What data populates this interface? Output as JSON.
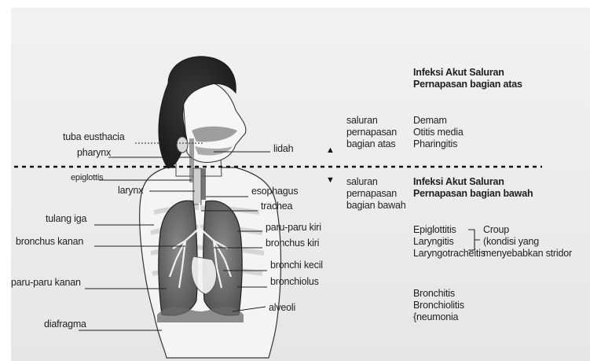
{
  "upper": {
    "heading": [
      "Infeksi Akut Saluran",
      "Pernapasan bagian atas"
    ],
    "region": [
      "saluran",
      "pernapasan",
      "bagian atas"
    ],
    "diseases": [
      "Demam",
      "Otitis media",
      "Pharingitis"
    ]
  },
  "lower": {
    "heading": [
      "Infeksi Akut Saluran",
      "Pernapasan bagian bawah"
    ],
    "region": [
      "saluran",
      "pernapasan",
      "bagian bawah"
    ],
    "group1": [
      "Epiglottitis",
      "Laryngitis",
      "Laryngotracheitis"
    ],
    "croup": [
      "Croup",
      "(kondisi yang",
      "menyebabkan stridor"
    ],
    "group2": [
      "Bronchitis",
      "Bronchiolitis",
      "{neumonia"
    ]
  },
  "arrows": {
    "up": "▲",
    "down": "▼"
  },
  "anatomy": {
    "tuba": "tuba eusthacia",
    "pharynx": "pharynx",
    "lidah": "lidah",
    "epiglottis": "epiglottis",
    "larynx": "larynx",
    "esophagus": "esophagus",
    "trachea": "trachea",
    "tulang_iga": "tulang iga",
    "paru_kiri": "paru-paru kiri",
    "bronchus_kanan": "bronchus kanan",
    "bronchus_kiri": "bronchus kiri",
    "bronchi_kecil": "bronchi kecil",
    "paru_kanan": "paru-paru kanan",
    "bronchiolus": "bronchiolus",
    "alveoli": "alveoli",
    "diafragma": "diafragma"
  }
}
